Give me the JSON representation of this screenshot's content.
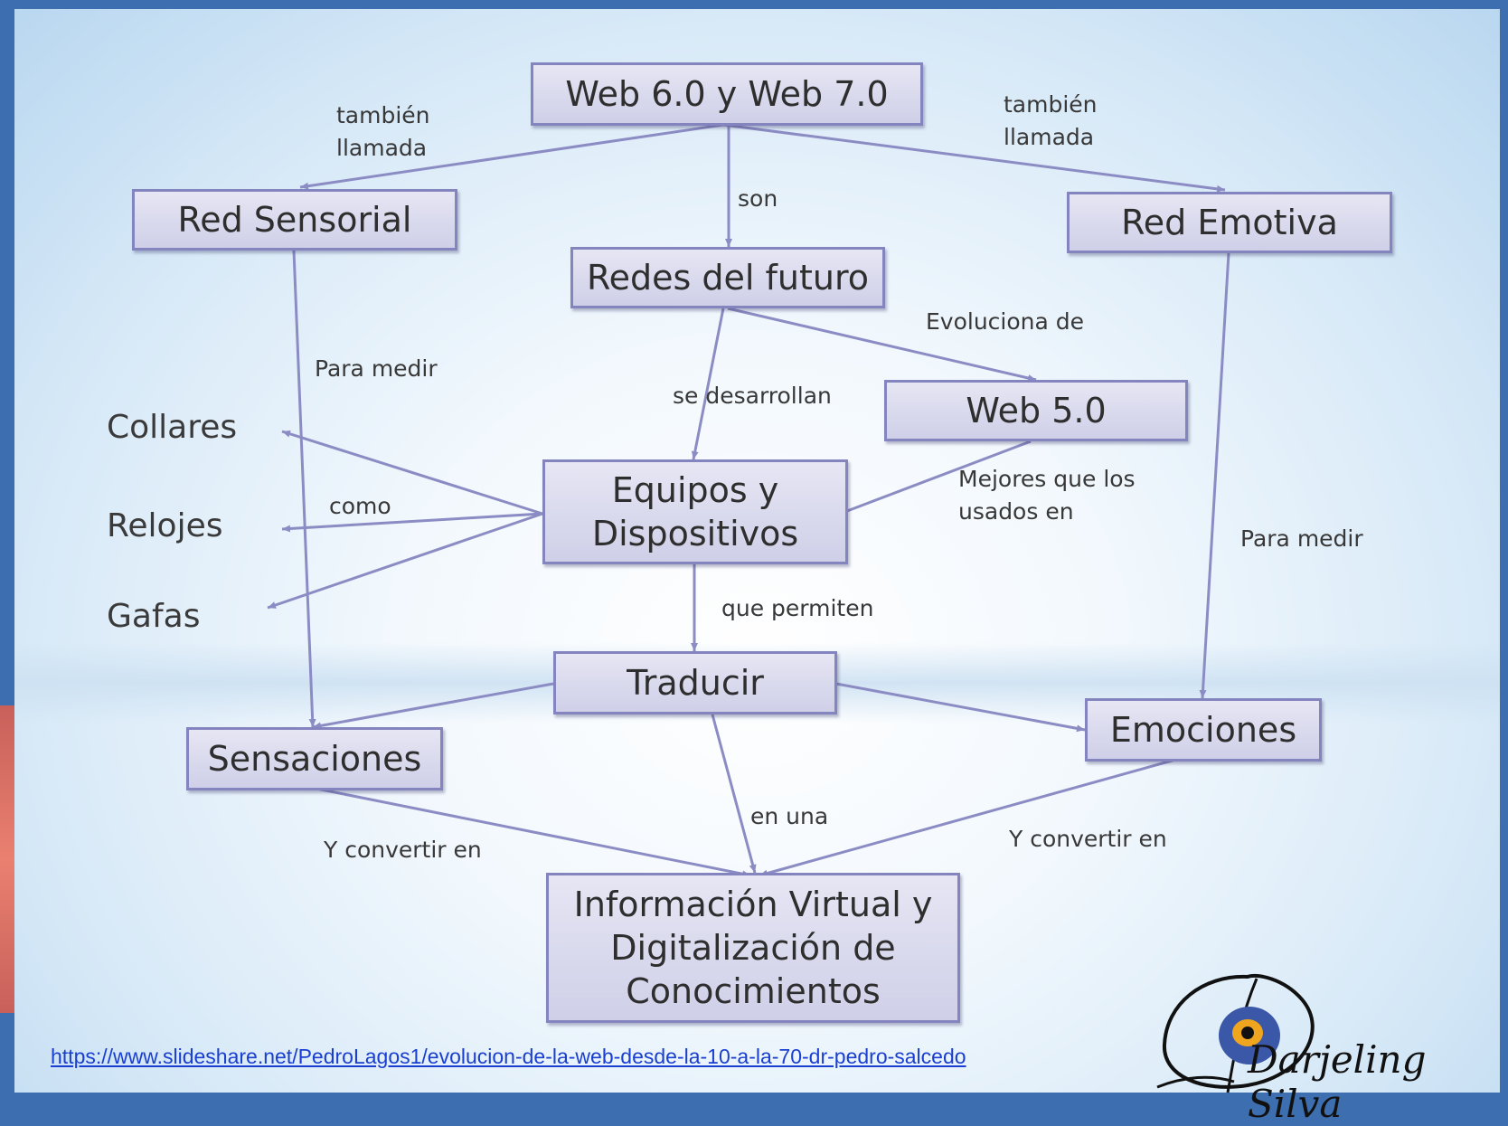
{
  "nodes": {
    "web67": "Web 6.0 y Web 7.0",
    "red_sensorial": "Red Sensorial",
    "red_emotiva": "Red Emotiva",
    "redes_futuro": "Redes del futuro",
    "web5": "Web 5.0",
    "equipos": "Equipos y Dispositivos",
    "traducir": "Traducir",
    "sensaciones": "Sensaciones",
    "emociones": "Emociones",
    "informacion": "Información Virtual y Digitalización de Conocimientos"
  },
  "leaves": {
    "collares": "Collares",
    "relojes": "Relojes",
    "gafas": "Gafas"
  },
  "labels": {
    "tambien_llamada": "también llamada",
    "son": "son",
    "para_medir": "Para medir",
    "evoluciona_de": "Evoluciona de",
    "se_desarrollan": "se desarrollan",
    "mejores_que": "Mejores que los usados en",
    "como": "como",
    "que_permiten": "que permiten",
    "en_una": "en una",
    "y_convertir_en": "Y convertir en"
  },
  "source_url": "https://www.slideshare.net/PedroLagos1/evolucion-de-la-web-desde-la-10-a-la-70-dr-pedro-salcedo",
  "signature": "Darjeling Silva",
  "colors": {
    "node_fill": "#d8d8ee",
    "node_border": "#8484bf",
    "connector": "#8c8cc4",
    "frame": "#3d6fb0"
  }
}
